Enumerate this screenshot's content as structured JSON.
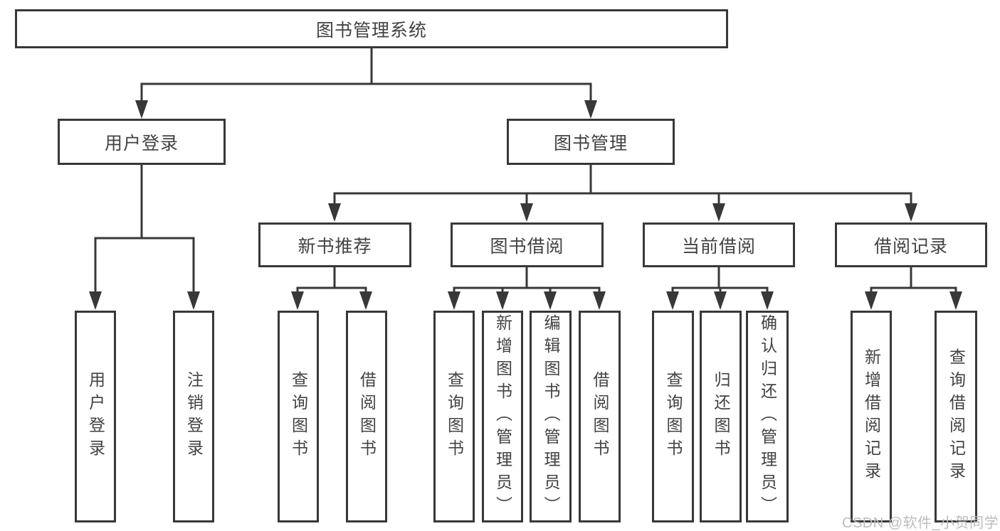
{
  "diagram": {
    "type": "tree",
    "root": "图书管理系统",
    "level2": [
      "用户登录",
      "图书管理"
    ],
    "level3": [
      "新书推荐",
      "图书借阅",
      "当前借阅",
      "借阅记录"
    ],
    "leaves": [
      "用户登录",
      "注销登录",
      "查询图书",
      "借阅图书",
      "查询图书",
      "新增图书（管理员）",
      "编辑图书（管理员）",
      "借阅图书",
      "查询图书",
      "归还图书",
      "确认归还（管理员）",
      "新增借阅记录",
      "查询借阅记录"
    ],
    "edges": [
      "图书管理系统→用户登录",
      "图书管理系统→图书管理",
      "用户登录→用户登录",
      "用户登录→注销登录",
      "图书管理→新书推荐",
      "图书管理→图书借阅",
      "图书管理→当前借阅",
      "图书管理→借阅记录",
      "新书推荐→查询图书",
      "新书推荐→借阅图书",
      "图书借阅→查询图书",
      "图书借阅→新增图书（管理员）",
      "图书借阅→编辑图书（管理员）",
      "图书借阅→借阅图书",
      "当前借阅→查询图书",
      "当前借阅→归还图书",
      "当前借阅→确认归还（管理员）",
      "借阅记录→新增借阅记录",
      "借阅记录→查询借阅记录"
    ]
  },
  "watermark": "CSDN @软件_小贺同学",
  "colors": {
    "line": "#383838",
    "box_border": "#383838",
    "box_fill": "#ffffff",
    "text": "#424242",
    "watermark": "#bdbdbd",
    "background": "#ffffff"
  }
}
